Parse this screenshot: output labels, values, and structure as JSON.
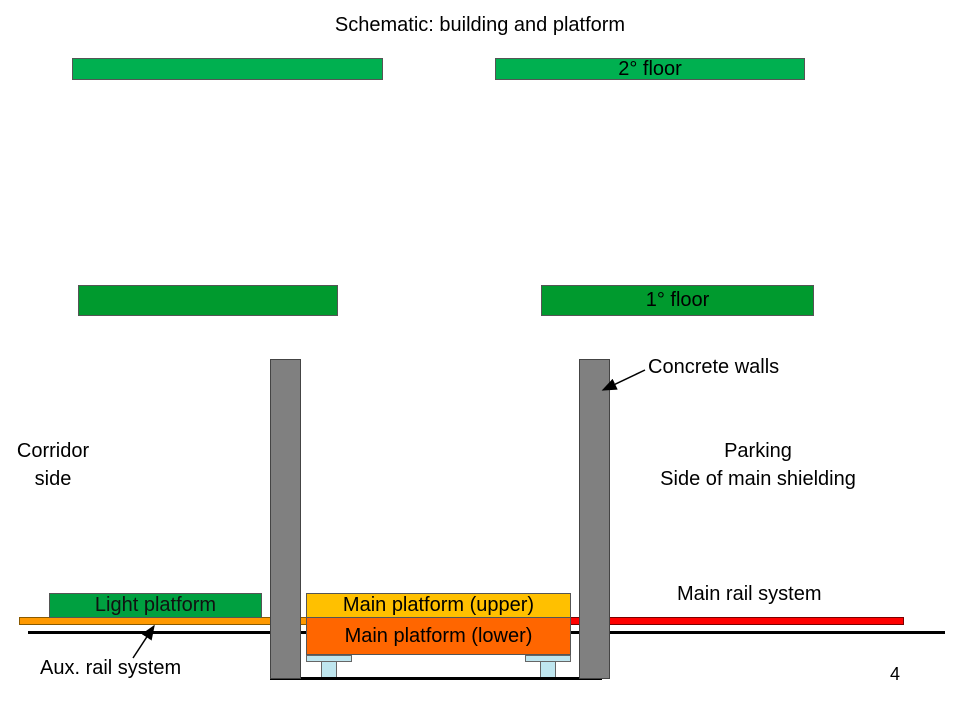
{
  "title": "Schematic: building and platform",
  "floors": {
    "second_floor_label": "2° floor",
    "first_floor_label": "1° floor"
  },
  "labels": {
    "concrete_walls": "Concrete walls",
    "corridor_line1": "Corridor",
    "corridor_line2": "side",
    "parking_line1": "Parking",
    "parking_line2": "Side of main shielding",
    "main_rail_system": "Main rail system",
    "aux_rail_system": "Aux. rail system",
    "light_platform": "Light platform",
    "main_platform_upper": "Main platform (upper)",
    "main_platform_lower": "Main platform (lower)"
  },
  "page_number": "4",
  "colors": {
    "second_floor": "#00b050",
    "first_floor": "#009a2e",
    "light_platform": "#00a040",
    "main_upper": "#ffc000",
    "main_lower": "#ff6600",
    "main_rail": "#ff0000",
    "aux_rail": "#ff9900",
    "wall": "#808080",
    "foot": "#bfe6ef"
  }
}
